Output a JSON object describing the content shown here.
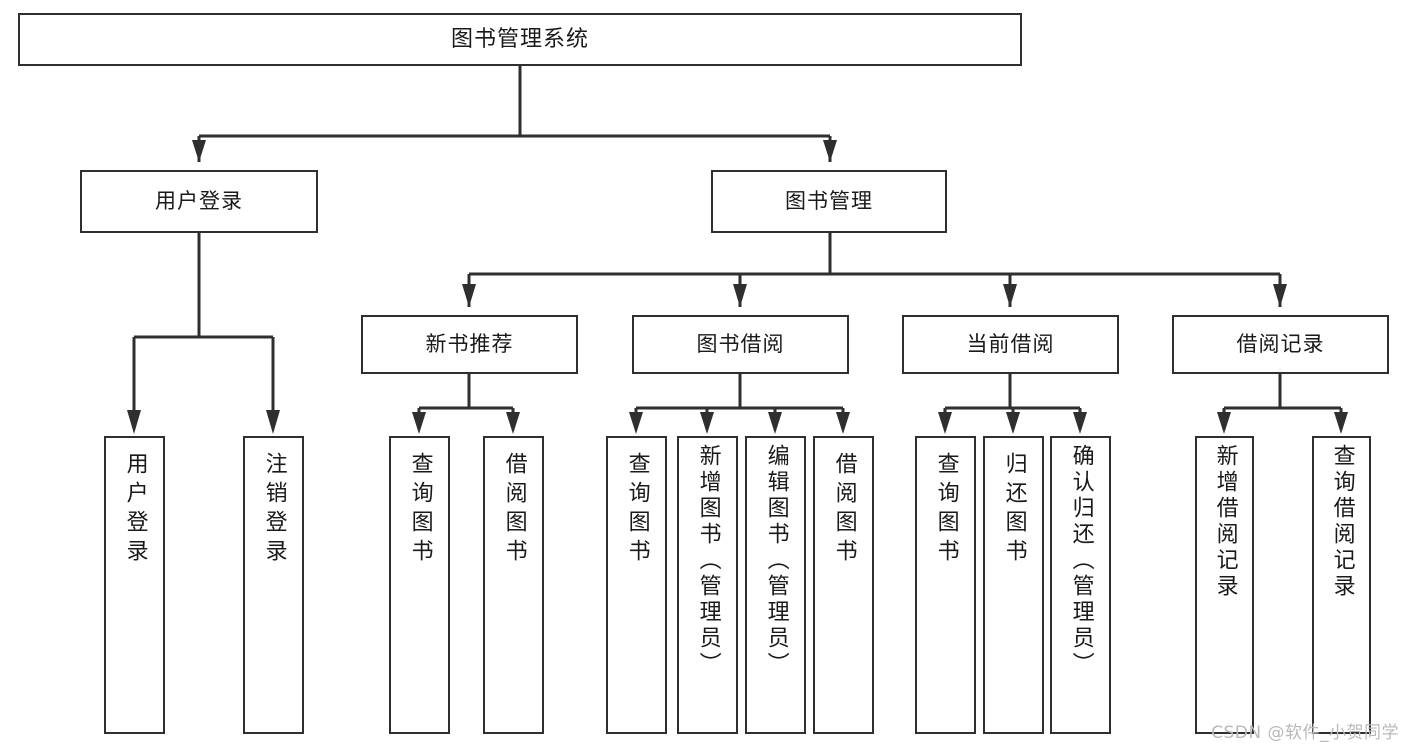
{
  "diagram": {
    "title": "图书管理系统",
    "root": {
      "label": "图书管理系统"
    },
    "level1": [
      {
        "label": "用户登录"
      },
      {
        "label": "图书管理"
      }
    ],
    "level2": [
      {
        "label": "新书推荐"
      },
      {
        "label": "图书借阅"
      },
      {
        "label": "当前借阅"
      },
      {
        "label": "借阅记录"
      }
    ],
    "leaves": {
      "user_login": [
        {
          "label": "用户登录"
        },
        {
          "label": "注销登录"
        }
      ],
      "new_book_recommend": [
        {
          "label": "查询图书"
        },
        {
          "label": "借阅图书"
        }
      ],
      "book_borrow": [
        {
          "label": "查询图书"
        },
        {
          "label": "新增图书（管理员）"
        },
        {
          "label": "编辑图书（管理员）"
        },
        {
          "label": "借阅图书"
        }
      ],
      "current_borrow": [
        {
          "label": "查询图书"
        },
        {
          "label": "归还图书"
        },
        {
          "label": "确认归还（管理员）"
        }
      ],
      "borrow_record": [
        {
          "label": "新增借阅记录"
        },
        {
          "label": "查询借阅记录"
        }
      ]
    }
  },
  "watermark": {
    "text": "CSDN @软件_小贺同学"
  },
  "colors": {
    "border": "#2f2f2f",
    "text": "#1a1a1a",
    "background": "#ffffff",
    "connector": "#2f2f2f",
    "watermark": "#b9b9b9"
  }
}
